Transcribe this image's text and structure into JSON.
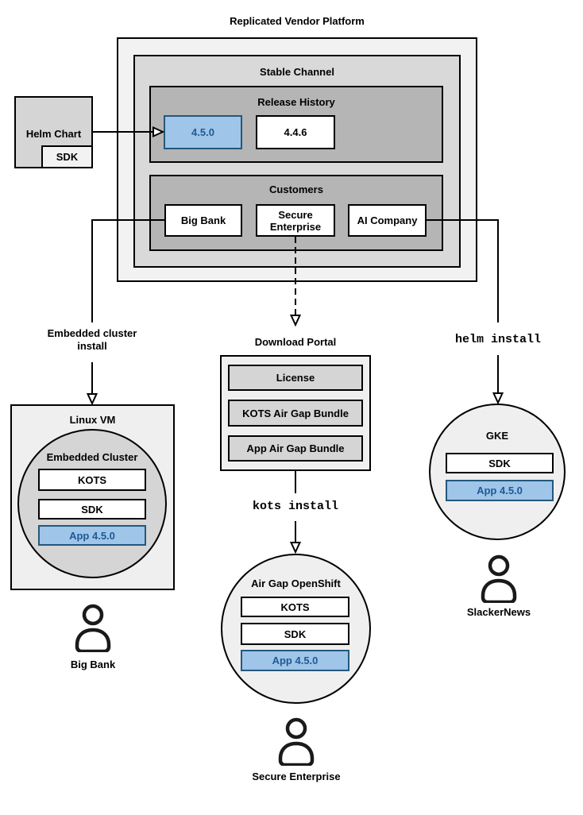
{
  "title": "Replicated Vendor Platform",
  "stable_channel": {
    "label": "Stable Channel",
    "release_history": {
      "label": "Release History",
      "releases": [
        "4.5.0",
        "4.4.6"
      ]
    },
    "customers": {
      "label": "Customers",
      "items": [
        "Big Bank",
        "Secure Enterprise",
        "AI Company"
      ]
    }
  },
  "helm_chart": {
    "label": "Helm Chart",
    "sdk": "SDK"
  },
  "left_branch": {
    "install_label": "Embedded cluster install",
    "vm_label": "Linux VM",
    "cluster_label": "Embedded Cluster",
    "components": [
      "KOTS",
      "SDK",
      "App 4.5.0"
    ],
    "user": "Big Bank"
  },
  "middle_branch": {
    "portal_title": "Download Portal",
    "portal_items": [
      "License",
      "KOTS Air Gap Bundle",
      "App Air Gap Bundle"
    ],
    "install_label": "kots install",
    "cluster_label": "Air Gap OpenShift",
    "components": [
      "KOTS",
      "SDK",
      "App 4.5.0"
    ],
    "user": "Secure Enterprise"
  },
  "right_branch": {
    "install_label": "helm install",
    "cluster_label": "GKE",
    "components": [
      "SDK",
      "App 4.5.0"
    ],
    "user": "SlackerNews"
  },
  "colors": {
    "accent-fill": "#9fc5e8",
    "accent-border": "#24587c",
    "accent-text": "#1e5a96",
    "box-lightest": "#f2f2f2",
    "box-light": "#efefef",
    "box-mid": "#d9d9d9",
    "box-gray": "#d5d5d5",
    "box-dark": "#b5b5b5",
    "line": "#000000"
  }
}
